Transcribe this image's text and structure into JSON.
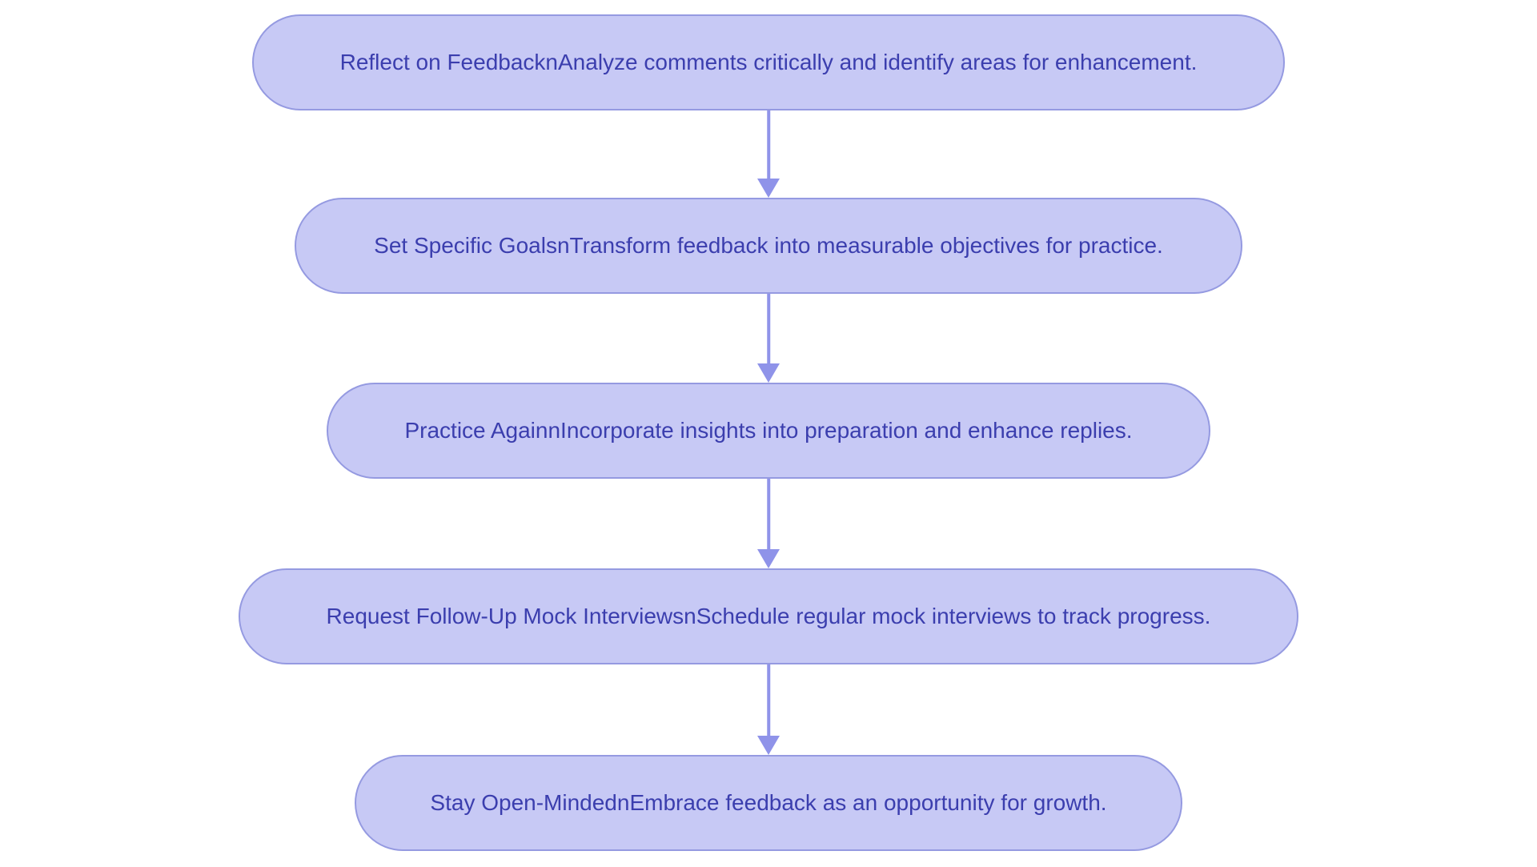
{
  "diagram": {
    "type": "flowchart",
    "direction": "top-down",
    "background_color": "#ffffff",
    "colors": {
      "node_fill": "#c7c9f5",
      "node_border": "#959ae1",
      "node_text": "#3b3eae",
      "arrow": "#8f93e9"
    },
    "nodes": [
      {
        "id": 1,
        "label": "Reflect on FeedbacknAnalyze comments critically and identify areas for enhancement."
      },
      {
        "id": 2,
        "label": "Set Specific GoalsnTransform feedback into measurable objectives for practice."
      },
      {
        "id": 3,
        "label": "Practice AgainnIncorporate insights into preparation and enhance replies."
      },
      {
        "id": 4,
        "label": "Request Follow-Up Mock InterviewsnSchedule regular mock interviews to track progress."
      },
      {
        "id": 5,
        "label": "Stay Open-MindednEmbrace feedback as an opportunity for growth."
      }
    ],
    "edges": [
      {
        "from": 1,
        "to": 2
      },
      {
        "from": 2,
        "to": 3
      },
      {
        "from": 3,
        "to": 4
      },
      {
        "from": 4,
        "to": 5
      }
    ]
  }
}
